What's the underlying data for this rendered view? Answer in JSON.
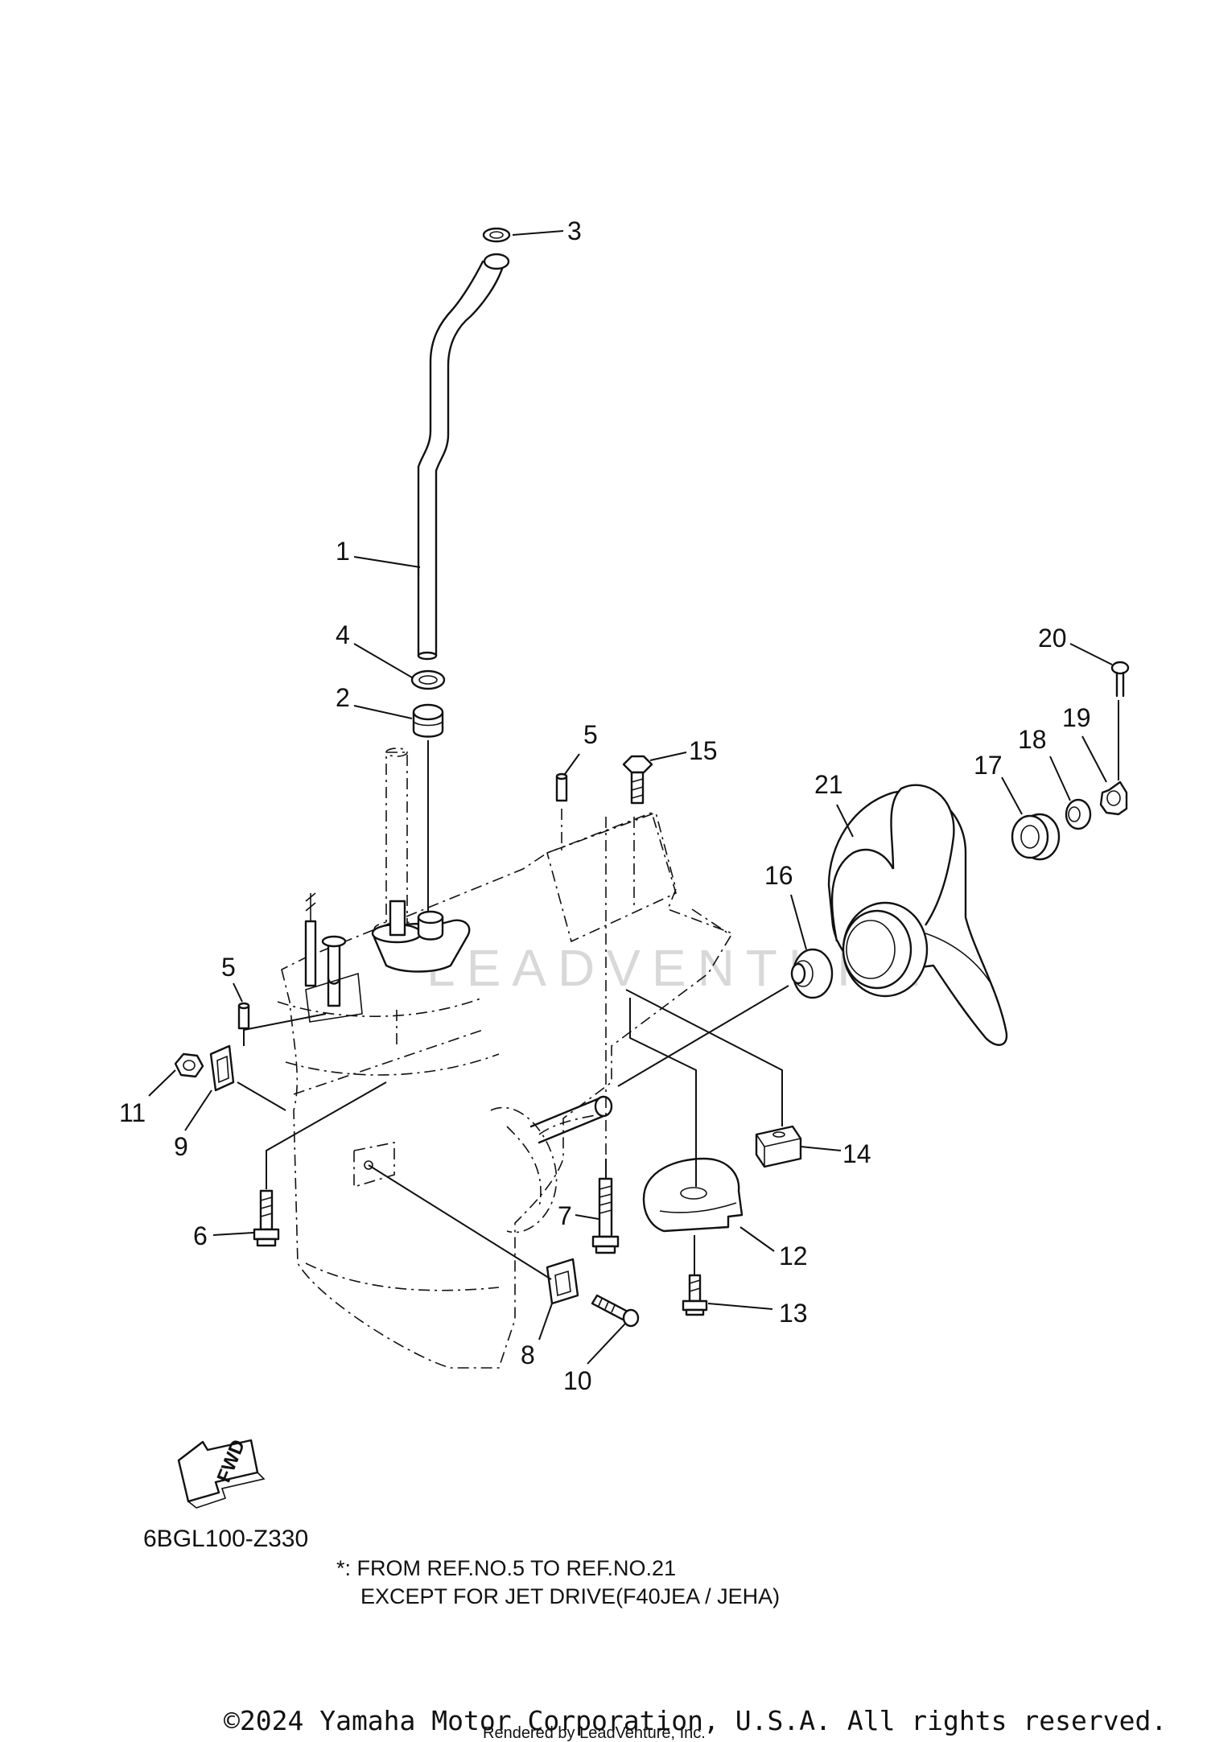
{
  "diagram": {
    "watermark": "LEADVENTURE",
    "fwd_label": "FWD",
    "figure_code": "6BGL100-Z330",
    "note_line1": "*: FROM REF.NO.5 TO REF.NO.21",
    "note_line2": "EXCEPT FOR JET DRIVE(F40JEA / JEHA)",
    "copyright": "©2024 Yamaha Motor Corporation, U.S.A. All rights reserved.",
    "rendered_by": "Rendered by LeadVenture, Inc.",
    "callouts": [
      {
        "id": "c1",
        "label": "1"
      },
      {
        "id": "c2",
        "label": "2"
      },
      {
        "id": "c3",
        "label": "3"
      },
      {
        "id": "c4",
        "label": "4"
      },
      {
        "id": "c5a",
        "label": "5"
      },
      {
        "id": "c5b",
        "label": "5"
      },
      {
        "id": "c6",
        "label": "6"
      },
      {
        "id": "c7",
        "label": "7"
      },
      {
        "id": "c8",
        "label": "8"
      },
      {
        "id": "c9",
        "label": "9"
      },
      {
        "id": "c10",
        "label": "10"
      },
      {
        "id": "c11",
        "label": "11"
      },
      {
        "id": "c12",
        "label": "12"
      },
      {
        "id": "c13",
        "label": "13"
      },
      {
        "id": "c14",
        "label": "14"
      },
      {
        "id": "c15",
        "label": "15"
      },
      {
        "id": "c16",
        "label": "16"
      },
      {
        "id": "c17",
        "label": "17"
      },
      {
        "id": "c18",
        "label": "18"
      },
      {
        "id": "c19",
        "label": "19"
      },
      {
        "id": "c20",
        "label": "20"
      },
      {
        "id": "c21",
        "label": "21"
      }
    ]
  }
}
